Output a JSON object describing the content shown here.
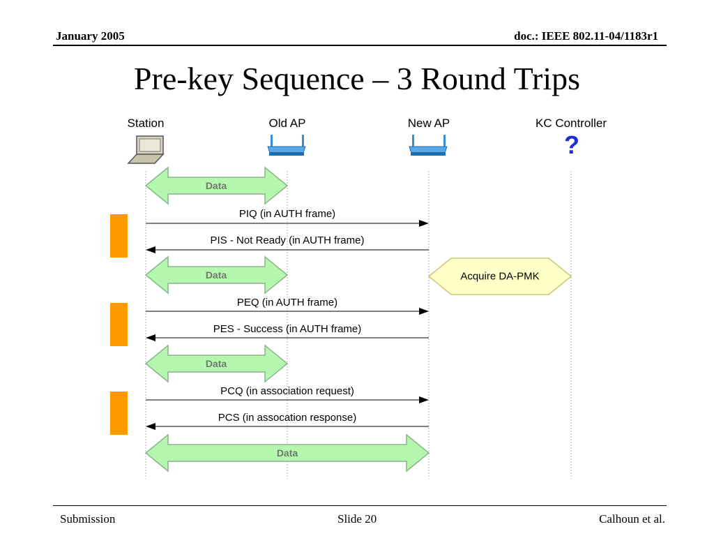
{
  "header": {
    "date": "January 2005",
    "doc_id": "doc.: IEEE 802.11-04/1183r1"
  },
  "slide": {
    "title": "Pre-key Sequence – 3 Round Trips"
  },
  "entities": [
    {
      "name": "Station",
      "icon": "laptop-icon"
    },
    {
      "name": "Old AP",
      "icon": "access-point-icon"
    },
    {
      "name": "New AP",
      "icon": "access-point-icon"
    },
    {
      "name": "KC Controller",
      "icon": "question-mark-icon"
    }
  ],
  "kc_symbol": "?",
  "data_label": "Data",
  "messages": [
    {
      "label": "PIQ (in AUTH frame)",
      "direction": "to-new-ap"
    },
    {
      "label": "PIS - Not Ready (in AUTH frame)",
      "direction": "to-station"
    },
    {
      "label": "PEQ (in AUTH frame)",
      "direction": "to-new-ap"
    },
    {
      "label": "PES - Success (in AUTH frame)",
      "direction": "to-station"
    },
    {
      "label": "PCQ (in association request)",
      "direction": "to-new-ap"
    },
    {
      "label": "PCS (in assocation response)",
      "direction": "to-station"
    }
  ],
  "acquire": {
    "label": "Acquire DA-PMK"
  },
  "colors": {
    "data_fill": "#b6f7b0",
    "data_stroke": "#8ab48a",
    "acquire_fill": "#ffffc8",
    "acquire_stroke": "#c8c87a",
    "round_trip_bar": "#ff9900",
    "ap_blue": "#2a8fd6",
    "kc_blue": "#1f2fd6"
  },
  "footer": {
    "left": "Submission",
    "center": "Slide 20",
    "right": "Calhoun et al."
  }
}
